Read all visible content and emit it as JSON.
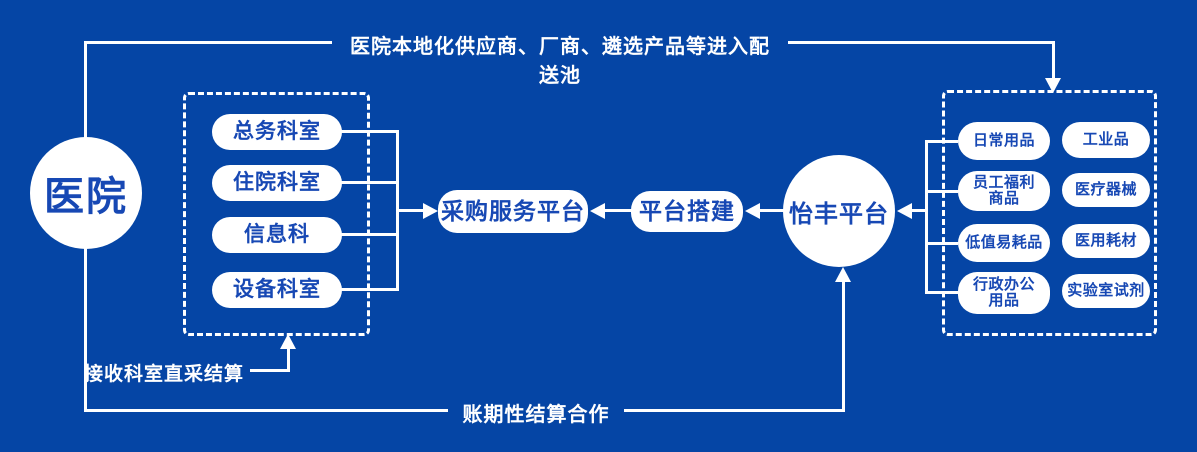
{
  "colors": {
    "background": "#0545a5",
    "node_text_blue": "#1748b4",
    "line_white": "#ffffff"
  },
  "hospital_circle": {
    "label": "医院"
  },
  "left_box": {
    "items": [
      "总务科室",
      "住院科室",
      "信息科",
      "设备科室"
    ]
  },
  "center": {
    "procurement_platform": "采购服务平台",
    "platform_build": "平台搭建"
  },
  "yifeng_circle": {
    "label": "怡丰平台"
  },
  "right_box": {
    "left_items": [
      "日常用品",
      "员工福利\n商品",
      "低值易耗品",
      "行政办公\n用品"
    ],
    "right_items": [
      "工业品",
      "医疗器械",
      "医用耗材",
      "实验室试剂"
    ]
  },
  "labels": {
    "top_flow": "医院本地化供应商、厂商、遴选产品等进入配送池",
    "bottom_flow": "账期性结算合作",
    "direct_settlement": "接收科室直采结算"
  }
}
